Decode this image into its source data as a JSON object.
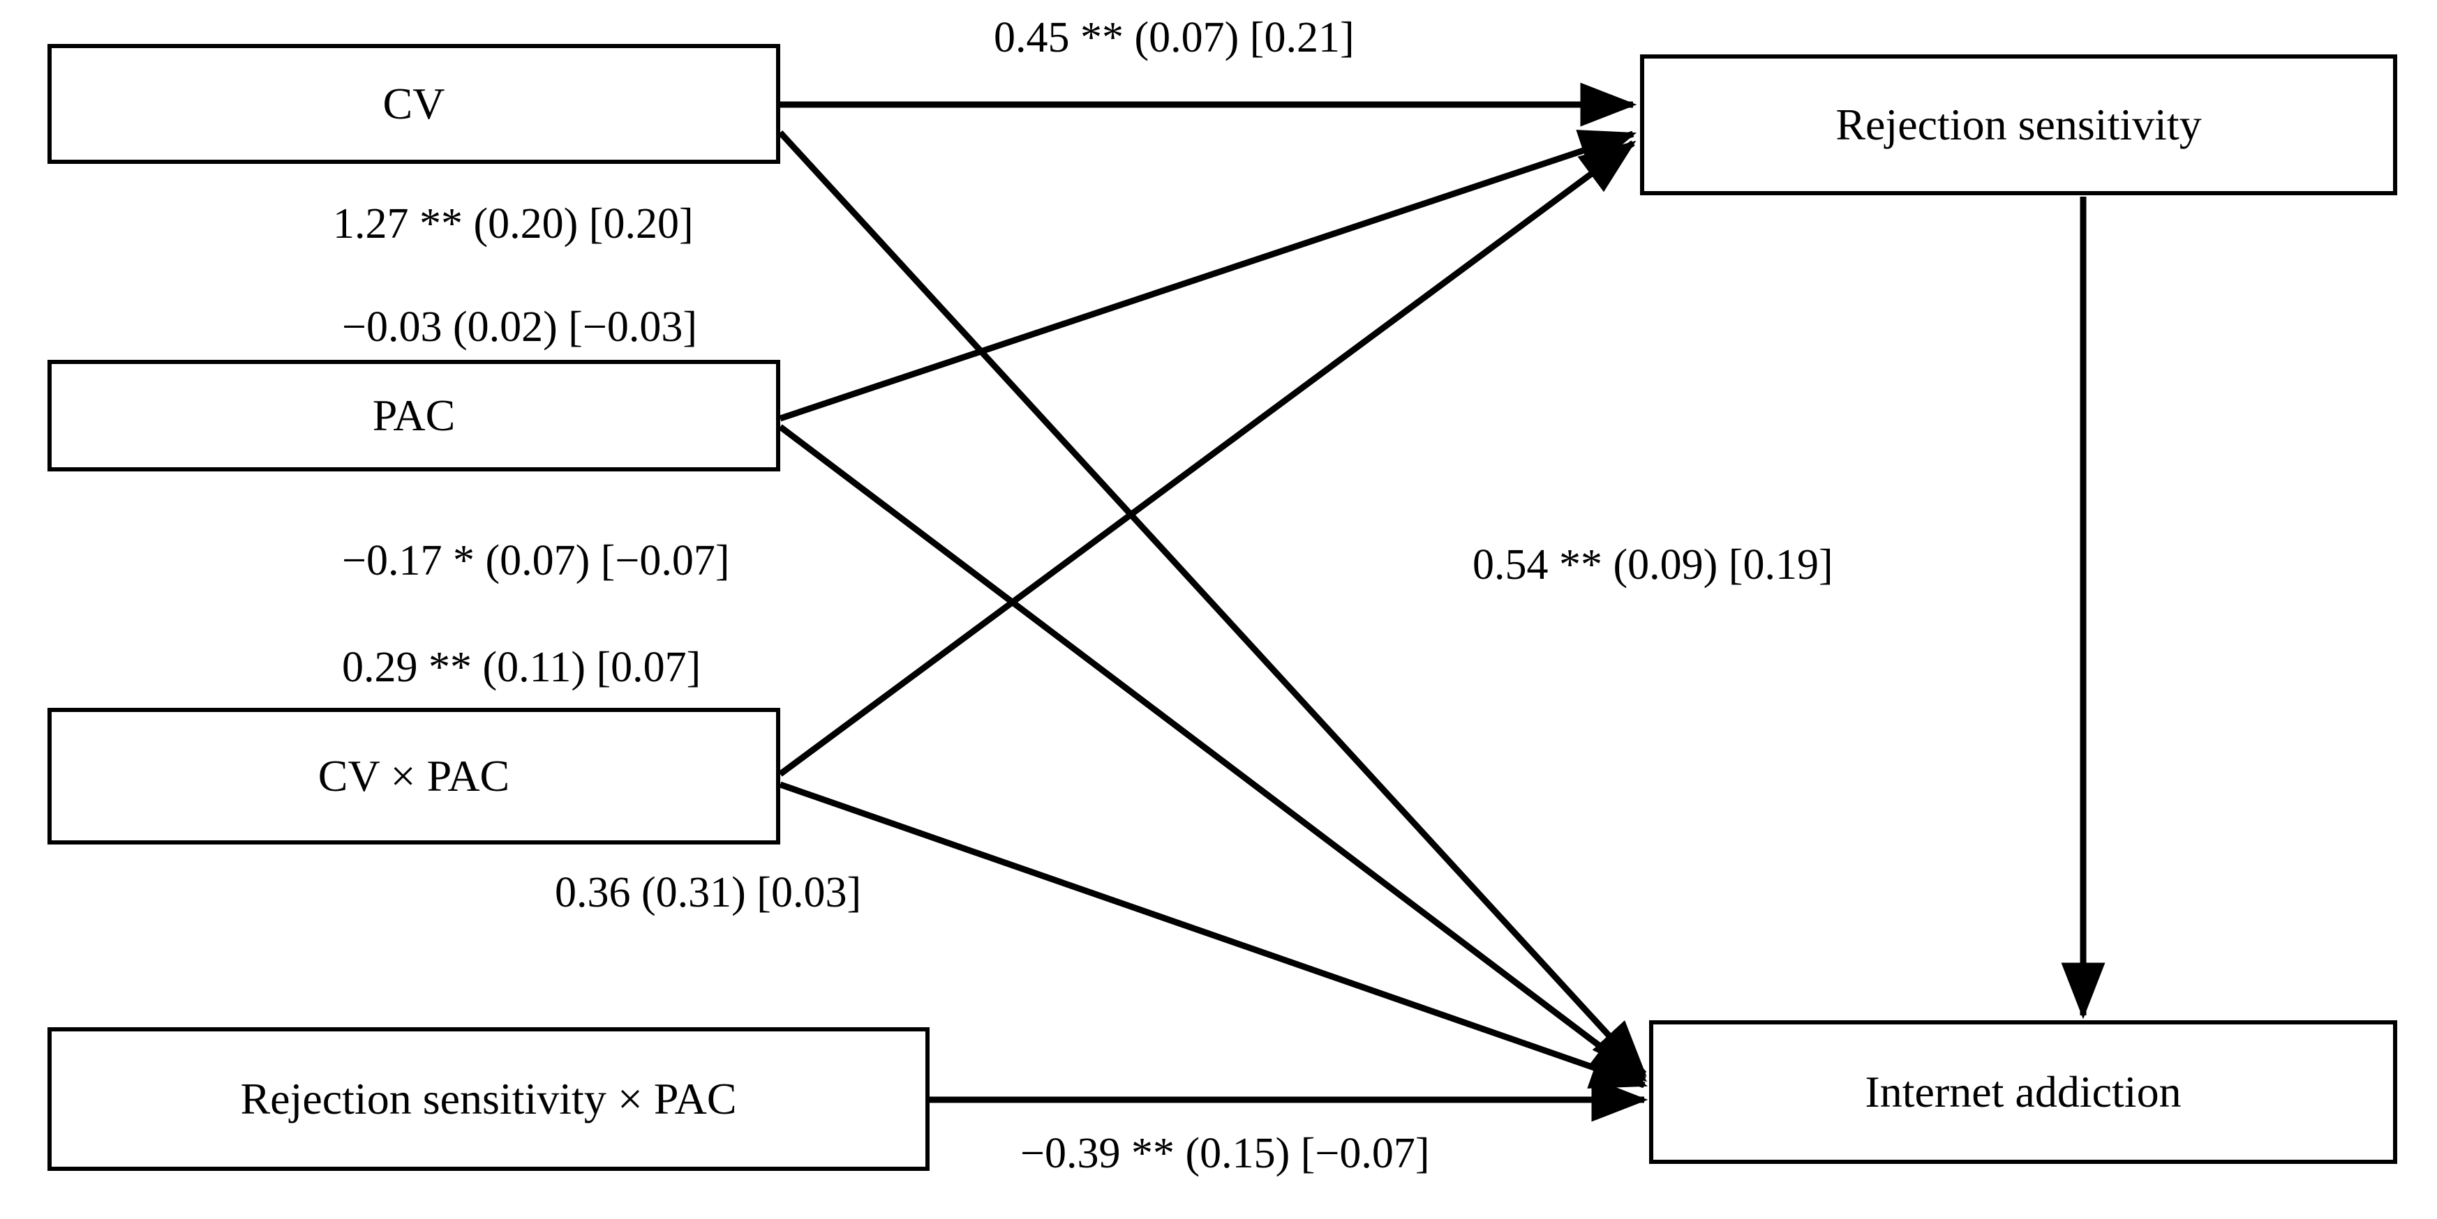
{
  "figure": {
    "type": "path-diagram",
    "background_color": "#ffffff",
    "line_color": "#000000",
    "box_border_color": "#000000",
    "box_fill_color": "#ffffff"
  },
  "nodes": {
    "cv": {
      "label": "CV"
    },
    "pac": {
      "label": "PAC"
    },
    "cv_x_pac": {
      "label": "CV × PAC"
    },
    "rs_x_pac": {
      "label": "Rejection sensitivity × PAC"
    },
    "rejection_sensitivity": {
      "label": "Rejection sensitivity"
    },
    "internet_addiction": {
      "label": "Internet addiction"
    }
  },
  "paths": [
    {
      "id": "cv-to-rs",
      "from": "cv",
      "to": "rejection_sensitivity",
      "label": "0.45 ** (0.07) [0.21]",
      "estimate": 0.45,
      "se": 0.07,
      "standardized": 0.21,
      "significance": "**"
    },
    {
      "id": "cv-to-ia",
      "from": "cv",
      "to": "internet_addiction",
      "label": "1.27 ** (0.20) [0.20]",
      "estimate": 1.27,
      "se": 0.2,
      "standardized": 0.2,
      "significance": "**"
    },
    {
      "id": "pac-to-rs",
      "from": "pac",
      "to": "rejection_sensitivity",
      "label": "−0.03 (0.02) [−0.03]",
      "estimate": -0.03,
      "se": 0.02,
      "standardized": -0.03,
      "significance": ""
    },
    {
      "id": "pac-to-ia",
      "from": "pac",
      "to": "internet_addiction",
      "label": "−0.17 * (0.07) [−0.07]",
      "estimate": -0.17,
      "se": 0.07,
      "standardized": -0.07,
      "significance": "*"
    },
    {
      "id": "cvxpac-to-rs",
      "from": "cv_x_pac",
      "to": "rejection_sensitivity",
      "label": "0.29 ** (0.11) [0.07]",
      "estimate": 0.29,
      "se": 0.11,
      "standardized": 0.07,
      "significance": "**"
    },
    {
      "id": "cvxpac-to-ia",
      "from": "cv_x_pac",
      "to": "internet_addiction",
      "label": "0.36 (0.31) [0.03]",
      "estimate": 0.36,
      "se": 0.31,
      "standardized": 0.03,
      "significance": ""
    },
    {
      "id": "rsxpac-to-ia",
      "from": "rs_x_pac",
      "to": "internet_addiction",
      "label": "−0.39 ** (0.15) [−0.07]",
      "estimate": -0.39,
      "se": 0.15,
      "standardized": -0.07,
      "significance": "**"
    },
    {
      "id": "rs-to-ia",
      "from": "rejection_sensitivity",
      "to": "internet_addiction",
      "label": "0.54 ** (0.09) [0.19]",
      "estimate": 0.54,
      "se": 0.09,
      "standardized": 0.19,
      "significance": "**"
    }
  ]
}
